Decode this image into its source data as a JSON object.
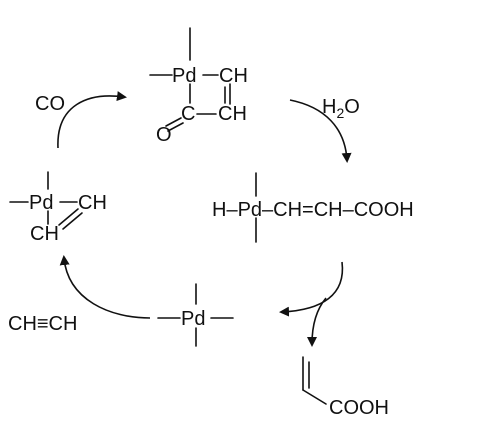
{
  "diagram": {
    "reagents": {
      "co": "CO",
      "water_main": "H",
      "water_sub": "2",
      "water_tail": "O",
      "acetylene": "CH≡CH"
    },
    "metallacycle": {
      "pd": "Pd",
      "ch_top": "CH",
      "o": "O",
      "c": "C",
      "ch_bottom": "CH"
    },
    "hydrido_species": {
      "label": "H–Pd–CH=CH–COOH"
    },
    "catalyst": {
      "pd": "Pd"
    },
    "alkyne_complex": {
      "pd": "Pd",
      "ch_right": "CH",
      "ch_bottom": "CH"
    },
    "product": {
      "cooh": "COOH"
    },
    "colors": {
      "ink": "#111111",
      "background": "#ffffff"
    }
  }
}
